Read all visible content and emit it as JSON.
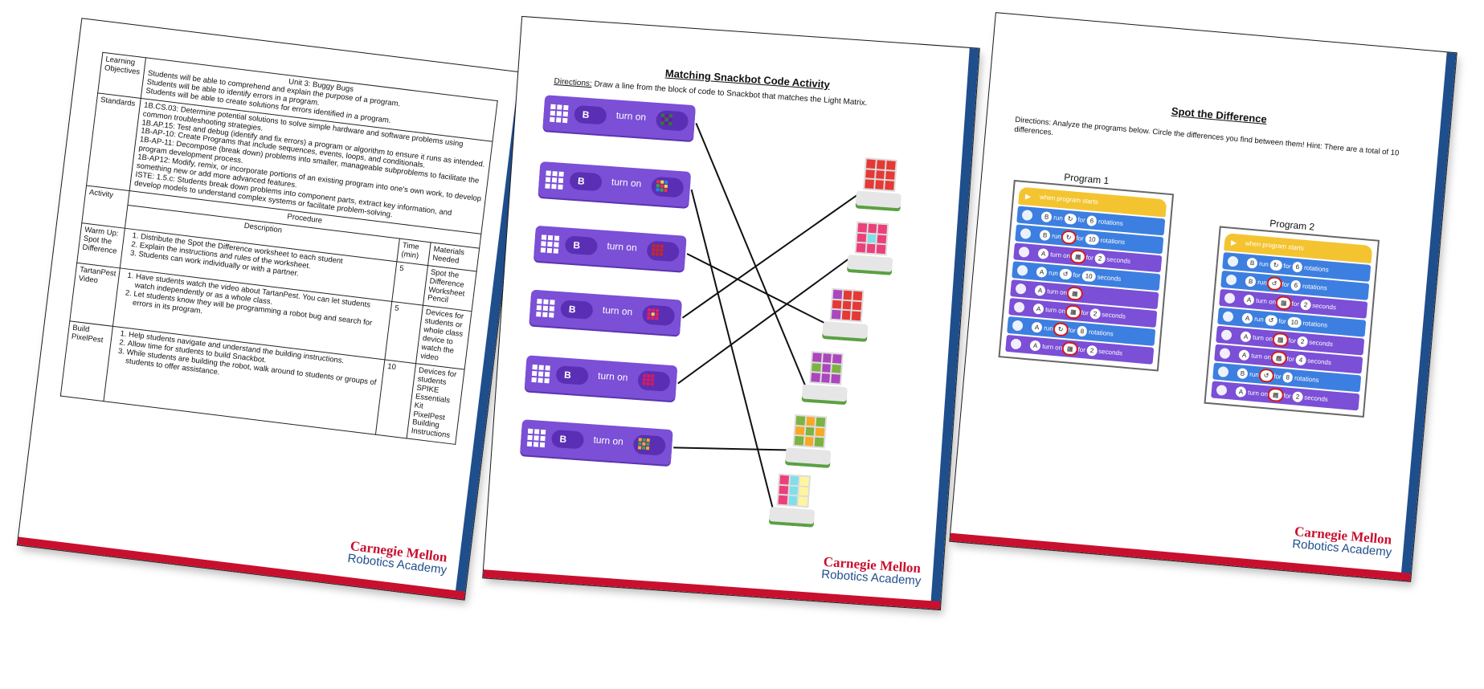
{
  "page1": {
    "rows": [
      {
        "label": "Learning Objectives",
        "title": "Unit 3: Buggy Bugs",
        "lines": [
          "Students will be able to comprehend and explain the purpose of a program.",
          "Students will be able to identify errors in a program.",
          "Students will be able to create solutions for errors identified in a program."
        ]
      },
      {
        "label": "Standards",
        "lines": [
          "1B.CS.03: Determine potential solutions to solve simple hardware and software problems using common troubleshooting strategies.",
          "1B.AP.15: Test and debug (identify and fix errors) a program or algorithm to ensure it runs as intended.",
          "1B-AP-10: Create Programs that include sequences, events, loops, and conditionals.",
          "1B-AP-11: Decompose (break down) problems into smaller, manageable subproblems to facilitate the program development process.",
          "1B-AP12: Modify, remix, or incorporate portions of an existing program into one's own work, to develop something new or add more advanced features.",
          "ISTE: 1.5.c: Students break down problems into component parts, extract key information, and develop models to understand complex systems or facilitate problem-solving."
        ]
      }
    ],
    "procedure_header": "Procedure",
    "col_activity": "Activity",
    "col_description": "Description",
    "col_time": "Time (min)",
    "col_materials": "Materials Needed",
    "activities": [
      {
        "name": "Warm Up: Spot the Difference",
        "steps": [
          "Distribute the Spot the Difference worksheet to each student",
          "Explain the instructions and rules of the worksheet.",
          "Students can work individually or with a partner."
        ],
        "time": "5",
        "materials": [
          "Spot the Difference Worksheet",
          "Pencil"
        ]
      },
      {
        "name": "TartanPest Video",
        "steps": [
          "Have students watch the video about TartanPest. You can let students watch independently or as a whole class.",
          "Let students know they will be programming a robot bug and search for errors in its program."
        ],
        "time": "5",
        "materials": [
          "Devices for students or whole class device to watch the video"
        ]
      },
      {
        "name": "Build PixelPest",
        "steps": [
          "Help students navigate and understand the building instructions.",
          "Allow time for students to build Snackbot.",
          "While students are building the robot, walk around to students or groups of students to offer assistance."
        ],
        "time": "10",
        "materials": [
          "Devices for students",
          "SPIKE Essentials Kit",
          "PixelPest Building Instructions"
        ]
      }
    ]
  },
  "page2": {
    "title": "Matching Snackbot Code Activity",
    "directions_label": "Directions:",
    "directions": "Draw a line from the block of code to Snackbot that matches the Light Matrix.",
    "blocks": [
      {
        "port": "B",
        "text": "turn on",
        "colors": [
          "#2e7d32",
          "#6a1b9a",
          "#2e7d32",
          "#6a1b9a",
          "#2e7d32",
          "#6a1b9a",
          "#2e7d32",
          "#6a1b9a",
          "#2e7d32"
        ]
      },
      {
        "port": "B",
        "text": "turn on",
        "colors": [
          "#e53935",
          "#fdd835",
          "#1e88e5",
          "#43a047",
          "#e53935",
          "#fdd835",
          "#1e88e5",
          "#43a047",
          "#e53935"
        ]
      },
      {
        "port": "B",
        "text": "turn on",
        "colors": [
          "#c62828",
          "#c62828",
          "#c62828",
          "#c62828",
          "#c62828",
          "#c62828",
          "#c62828",
          "#c62828",
          "#c62828"
        ]
      },
      {
        "port": "B",
        "text": "turn on",
        "colors": [
          "#e91e63",
          "#e91e63",
          "#e91e63",
          "#e91e63",
          "#fdd835",
          "#e91e63",
          "#e91e63",
          "#e91e63",
          "#e91e63"
        ]
      },
      {
        "port": "B",
        "text": "turn on",
        "colors": [
          "#d81b60",
          "#d81b60",
          "#d81b60",
          "#d81b60",
          "#d81b60",
          "#d81b60",
          "#d81b60",
          "#d81b60",
          "#d81b60"
        ]
      },
      {
        "port": "B",
        "text": "turn on",
        "colors": [
          "#f9a825",
          "#43a047",
          "#f9a825",
          "#43a047",
          "#f9a825",
          "#43a047",
          "#f9a825",
          "#43a047",
          "#f9a825"
        ]
      }
    ],
    "robots": [
      {
        "colors": [
          "#e53935",
          "#e53935",
          "#e53935",
          "#e53935",
          "#e53935",
          "#e53935",
          "#e53935",
          "#e53935",
          "#e53935"
        ]
      },
      {
        "colors": [
          "#ec407a",
          "#ec407a",
          "#ec407a",
          "#ec407a",
          "#80deea",
          "#ec407a",
          "#ec407a",
          "#ec407a",
          "#ec407a"
        ]
      },
      {
        "colors": [
          "#ab47bc",
          "#e53935",
          "#e53935",
          "#e53935",
          "#e53935",
          "#e53935",
          "#ab47bc",
          "#e53935",
          "#e53935"
        ]
      },
      {
        "colors": [
          "#ab47bc",
          "#ab47bc",
          "#ab47bc",
          "#7cb342",
          "#ab47bc",
          "#7cb342",
          "#ab47bc",
          "#ab47bc",
          "#ab47bc"
        ]
      },
      {
        "colors": [
          "#7cb342",
          "#f9a825",
          "#7cb342",
          "#f9a825",
          "#7cb342",
          "#f9a825",
          "#7cb342",
          "#f9a825",
          "#7cb342"
        ]
      },
      {
        "colors": [
          "#ec407a",
          "#80deea",
          "#fff59d",
          "#ec407a",
          "#80deea",
          "#fff59d",
          "#ec407a",
          "#80deea",
          "#fff59d"
        ]
      }
    ],
    "matches": [
      [
        0,
        3
      ],
      [
        1,
        5
      ],
      [
        2,
        2
      ],
      [
        3,
        0
      ],
      [
        4,
        1
      ],
      [
        5,
        4
      ]
    ]
  },
  "page3": {
    "title": "Spot the Difference",
    "directions_label": "Directions:",
    "directions": "Analyze the programs below. Circle the differences you find between them! Hint: There are a total of 10 differences.",
    "programs": [
      {
        "name": "Program 1",
        "hat": "when program starts",
        "blocks": [
          {
            "kind": "blue",
            "port": "B",
            "verb": "run",
            "dir": "↻",
            "mid": "for",
            "val": "6",
            "unit": "rotations"
          },
          {
            "kind": "blue",
            "port": "B",
            "verb": "run",
            "dir": "↻",
            "mid": "for",
            "val": "10",
            "unit": "rotations",
            "circ": true
          },
          {
            "kind": "purple",
            "port": "A",
            "verb": "turn on",
            "dir": "",
            "mid": "for",
            "val": "2",
            "unit": "seconds",
            "circ": true
          },
          {
            "kind": "blue",
            "port": "A",
            "verb": "run",
            "dir": "↺",
            "mid": "for",
            "val": "10",
            "unit": "seconds"
          },
          {
            "kind": "purple",
            "port": "A",
            "verb": "turn on",
            "dir": "",
            "mid": "",
            "val": "",
            "unit": "",
            "circ": true
          },
          {
            "kind": "purple",
            "port": "A",
            "verb": "turn on",
            "dir": "",
            "mid": "for",
            "val": "2",
            "unit": "seconds",
            "circ": true
          },
          {
            "kind": "blue",
            "port": "A",
            "verb": "run",
            "dir": "↻",
            "mid": "for",
            "val": "8",
            "unit": "rotations",
            "circ": true
          },
          {
            "kind": "purple",
            "port": "A",
            "verb": "turn on",
            "dir": "",
            "mid": "for",
            "val": "2",
            "unit": "seconds",
            "circ": true
          }
        ]
      },
      {
        "name": "Program 2",
        "hat": "when program starts",
        "blocks": [
          {
            "kind": "blue",
            "port": "B",
            "verb": "run",
            "dir": "↻",
            "mid": "for",
            "val": "6",
            "unit": "rotations"
          },
          {
            "kind": "blue",
            "port": "B",
            "verb": "run",
            "dir": "↺",
            "mid": "for",
            "val": "6",
            "unit": "rotations",
            "circ": true
          },
          {
            "kind": "purple",
            "port": "A",
            "verb": "turn on",
            "dir": "",
            "mid": "for",
            "val": "2",
            "unit": "seconds",
            "circ": true
          },
          {
            "kind": "blue",
            "port": "A",
            "verb": "run",
            "dir": "↺",
            "mid": "for",
            "val": "10",
            "unit": "rotations"
          },
          {
            "kind": "purple",
            "port": "A",
            "verb": "turn on",
            "dir": "",
            "mid": "for",
            "val": "2",
            "unit": "seconds",
            "circ": true
          },
          {
            "kind": "purple",
            "port": "A",
            "verb": "turn on",
            "dir": "",
            "mid": "for",
            "val": "4",
            "unit": "seconds",
            "circ": true
          },
          {
            "kind": "blue",
            "port": "B",
            "verb": "run",
            "dir": "↺",
            "mid": "for",
            "val": "8",
            "unit": "rotations",
            "circ": true
          },
          {
            "kind": "purple",
            "port": "A",
            "verb": "turn on",
            "dir": "",
            "mid": "for",
            "val": "2",
            "unit": "seconds",
            "circ": true
          }
        ]
      }
    ]
  },
  "branding": {
    "line1": "Carnegie Mellon",
    "line2": "Robotics Academy"
  },
  "colors": {
    "red_stripe": "#c8102e",
    "blue_stripe": "#1f4e8c",
    "block_purple": "#7b4fd6",
    "block_blue": "#3d7fe0",
    "hat_yellow": "#f4c430",
    "circle_red": "#d01c1c"
  }
}
